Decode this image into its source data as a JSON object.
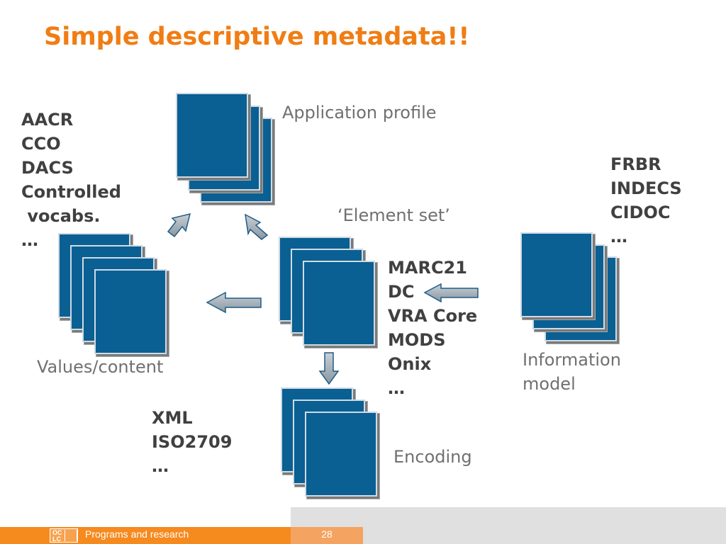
{
  "title": "Simple descriptive metadata!!",
  "labels": {
    "application_profile": "Application profile",
    "element_set": "‘Element set’",
    "values_content": "Values/content",
    "information_model": "Information model",
    "encoding": "Encoding"
  },
  "lists": {
    "values_standards": [
      "AACR",
      "CCO",
      "DACS",
      "Controlled",
      " vocabs.",
      "…"
    ],
    "element_set_standards": [
      "MARC21",
      "DC",
      "VRA Core",
      "MODS",
      "Onix",
      "…"
    ],
    "model_standards": [
      "FRBR",
      "INDECS",
      "CIDOC",
      "…"
    ],
    "encoding_standards": [
      "XML",
      "ISO2709",
      "…"
    ]
  },
  "footer": {
    "text": "Programs and research",
    "page_number": "28",
    "logo_letters": [
      "OC",
      "LC"
    ]
  },
  "colors": {
    "title": "#f07d14",
    "document_fill": "#0a5f93",
    "footer_orange": "#f58a1f"
  }
}
